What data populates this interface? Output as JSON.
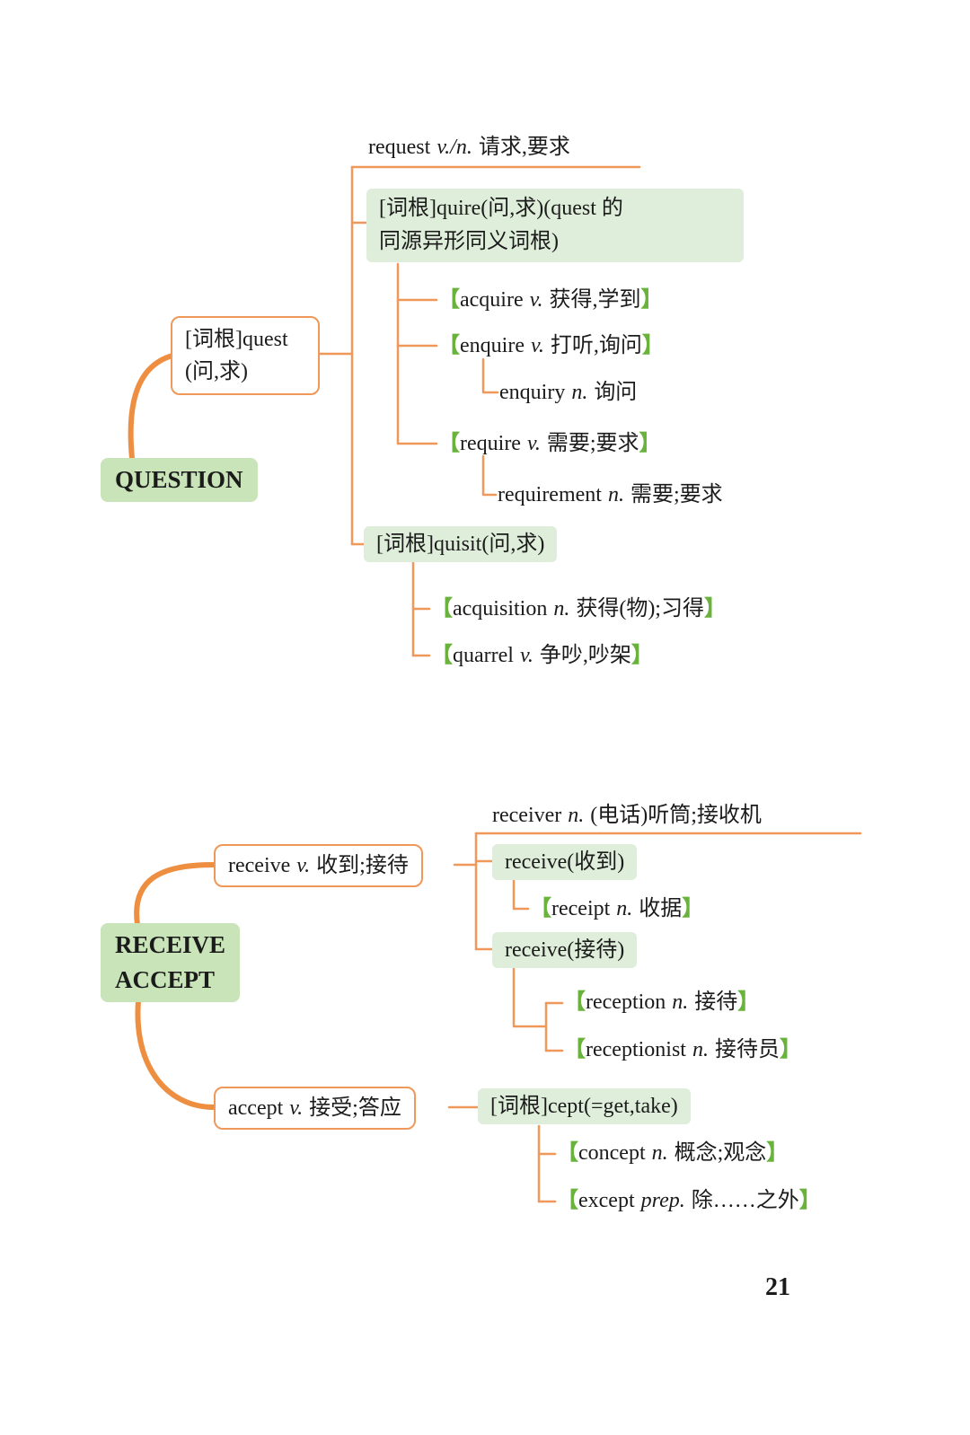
{
  "colors": {
    "orange": "#F0975A",
    "orange_thick": "#EE8E41",
    "green_fill": "#DFEEDA",
    "root_fill": "#C8E4B8",
    "green_brk": "#69B33C"
  },
  "glyphs": {
    "bracket_open": "【",
    "bracket_close": "】"
  },
  "page_number": "21",
  "question_tree": {
    "root": "QUESTION",
    "quest_root": {
      "line1": "[词根]quest",
      "line2": "(问,求)"
    },
    "request": {
      "word": "request",
      "pos": "v./n.",
      "meaning": "请求,要求"
    },
    "quire_root": {
      "line1": "[词根]quire(问,求)(quest 的",
      "line2": "同源异形同义词根)"
    },
    "acquire": {
      "word": "acquire",
      "pos": "v.",
      "meaning": "获得,学到"
    },
    "enquire": {
      "word": "enquire",
      "pos": "v.",
      "meaning": "打听,询问"
    },
    "enquiry": {
      "word": "enquiry",
      "pos": "n.",
      "meaning": "询问"
    },
    "require": {
      "word": "require",
      "pos": "v.",
      "meaning": "需要;要求"
    },
    "requirement": {
      "word": "requirement",
      "pos": "n.",
      "meaning": "需要;要求"
    },
    "quisit_root": "[词根]quisit(问,求)",
    "acquisition": {
      "word": "acquisition",
      "pos": "n.",
      "meaning": "获得(物);习得"
    },
    "quarrel": {
      "word": "quarrel",
      "pos": "v.",
      "meaning": "争吵,吵架"
    }
  },
  "receive_tree": {
    "root_line1": "RECEIVE",
    "root_line2": "ACCEPT",
    "receive": {
      "word": "receive",
      "pos": "v.",
      "meaning": "收到;接待"
    },
    "receiver": {
      "word": "receiver",
      "pos": "n.",
      "meaning": "(电话)听筒;接收机"
    },
    "receive_shoudao": "receive(收到)",
    "receipt": {
      "word": "receipt",
      "pos": "n.",
      "meaning": "收据"
    },
    "receive_jiedai": "receive(接待)",
    "reception": {
      "word": "reception",
      "pos": "n.",
      "meaning": "接待"
    },
    "receptionist": {
      "word": "receptionist",
      "pos": "n.",
      "meaning": "接待员"
    },
    "accept": {
      "word": "accept",
      "pos": "v.",
      "meaning": "接受;答应"
    },
    "cept_root": "[词根]cept(=get,take)",
    "concept": {
      "word": "concept",
      "pos": "n.",
      "meaning": "概念;观念"
    },
    "except": {
      "word": "except",
      "pos": "prep.",
      "meaning": "除……之外"
    }
  }
}
